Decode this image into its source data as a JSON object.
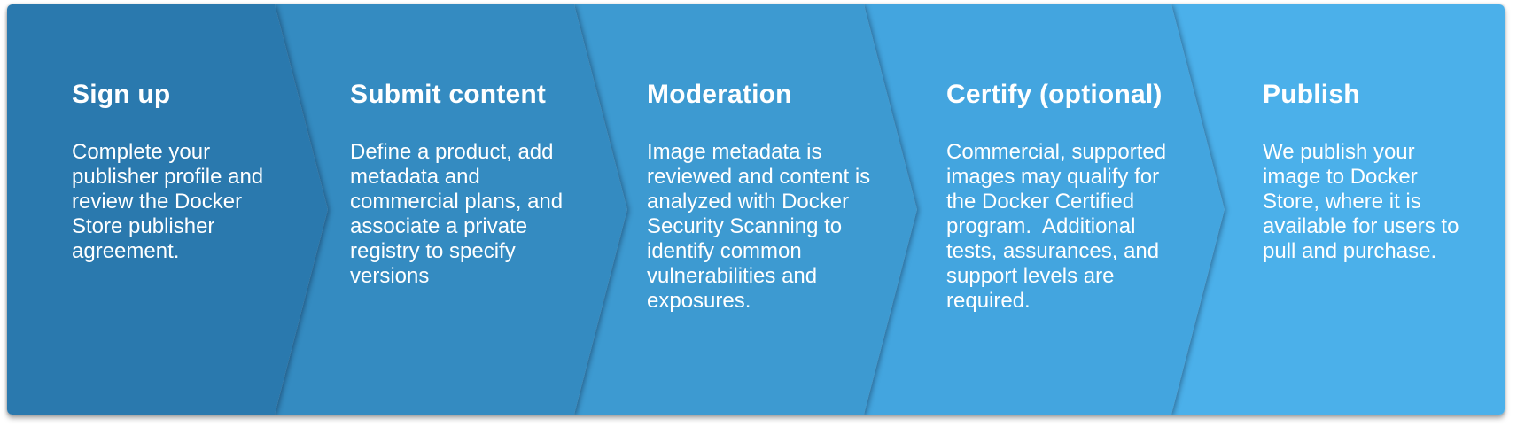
{
  "text_color": "#FFFFFF",
  "steps": [
    {
      "title": "Sign up",
      "body": "Complete your\npublisher profile and\nreview the Docker\nStore publisher\nagreement.",
      "color": "#2A79AE"
    },
    {
      "title": "Submit content",
      "body": "Define a product, add\nmetadata and\ncommercial plans, and\nassociate a private\nregistry to specify\nversions",
      "color": "#348BC1"
    },
    {
      "title": "Moderation",
      "body": "Image metadata is\nreviewed and content is\nanalyzed with Docker\nSecurity Scanning to\nidentify common\nvulnerabilities and\nexposures.",
      "color": "#3D9AD1"
    },
    {
      "title": "Certify (optional)",
      "body": "Commercial, supported\nimages may qualify for\nthe Docker Certified\nprogram.  Additional\ntests, assurances, and\nsupport levels are\nrequired.",
      "color": "#43A5DF"
    },
    {
      "title": "Publish",
      "body": "We publish your\nimage to Docker\nStore, where it is\navailable for users to\npull and purchase.",
      "color": "#4BB0EA"
    }
  ]
}
